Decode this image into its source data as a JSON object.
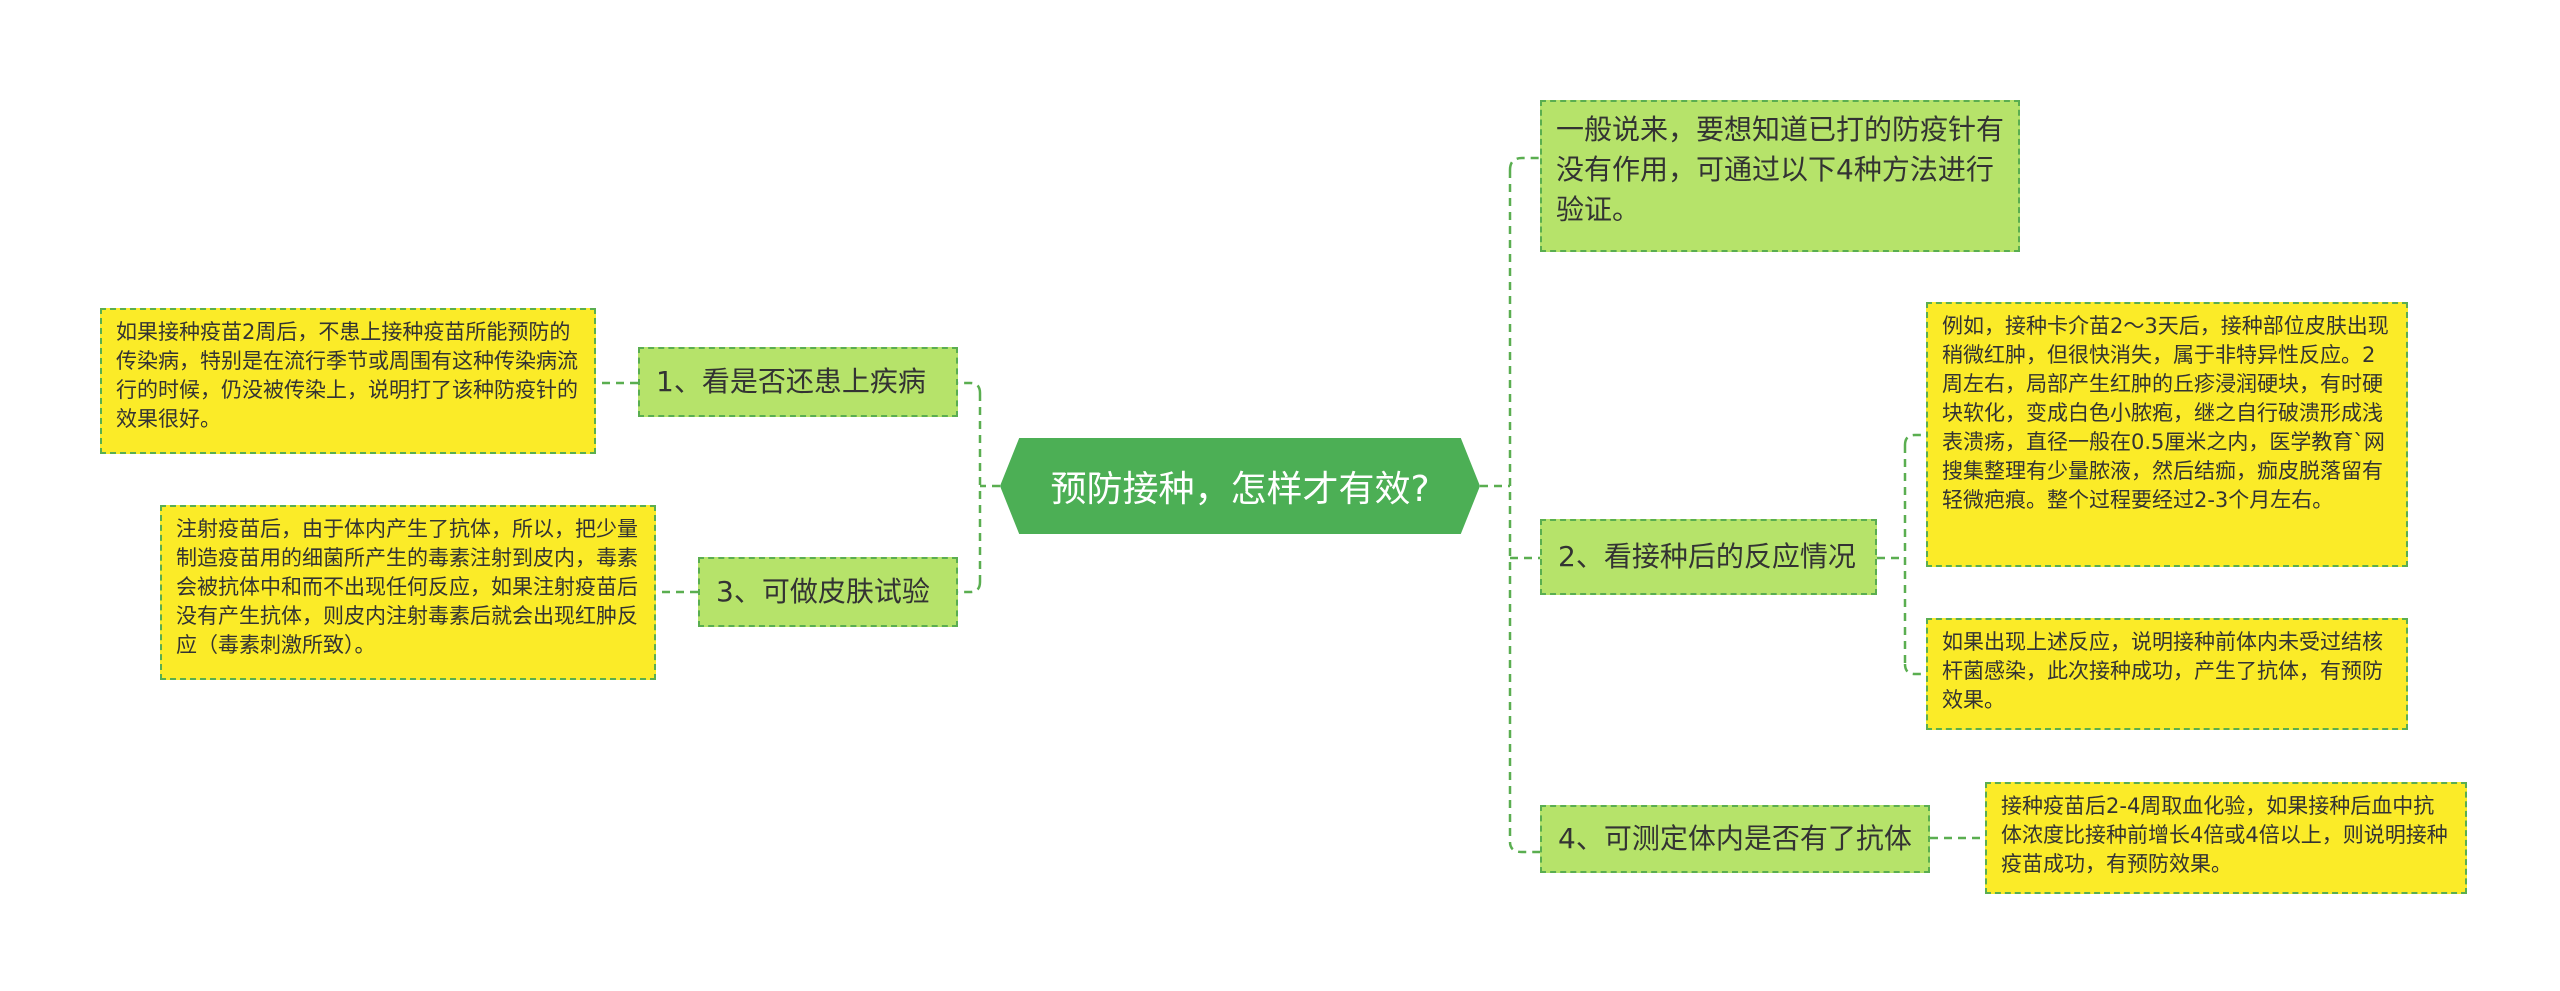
{
  "root": {
    "label": "预防接种，怎样才有效?"
  },
  "intro": {
    "text": "一般说来，要想知道已打的防疫针有没有作用，可通过以下4种方法进行验证。"
  },
  "branches": {
    "b1": {
      "label": "1、看是否还患上疾病",
      "details": [
        "如果接种疫苗2周后，不患上接种疫苗所能预防的传染病，特别是在流行季节或周围有这种传染病流行的时候，仍没被传染上，说明打了该种防疫针的效果很好。"
      ]
    },
    "b2": {
      "label": "2、看接种后的反应情况",
      "details": [
        "例如，接种卡介苗2～3天后，接种部位皮肤出现稍微红肿，但很快消失，属于非特异性反应。2周左右，局部产生红肿的丘疹浸润硬块，有时硬块软化，变成白色小脓疱，继之自行破溃形成浅表溃疡，直径一般在0.5厘米之内，医学教育`网搜集整理有少量脓液，然后结痂，痂皮脱落留有轻微疤痕。整个过程要经过2-3个月左右。",
        "如果出现上述反应，说明接种前体内未受过结核杆菌感染，此次接种成功，产生了抗体，有预防效果。"
      ]
    },
    "b3": {
      "label": "3、可做皮肤试验",
      "details": [
        "注射疫苗后，由于体内产生了抗体，所以，把少量制造疫苗用的细菌所产生的毒素注射到皮内，毒素会被抗体中和而不出现任何反应，如果注射疫苗后没有产生抗体，则皮内注射毒素后就会出现红肿反应（毒素刺激所致）。"
      ]
    },
    "b4": {
      "label": "4、可测定体内是否有了抗体",
      "details": [
        "接种疫苗后2-4周取血化验，如果接种后血中抗体浓度比接种前增长4倍或4倍以上，则说明接种疫苗成功，有预防效果。"
      ]
    }
  },
  "colors": {
    "root_fill": "#4caf55",
    "branch_fill": "#b6e36a",
    "detail_fill": "#fbeb28",
    "connector": "#5aae50"
  }
}
